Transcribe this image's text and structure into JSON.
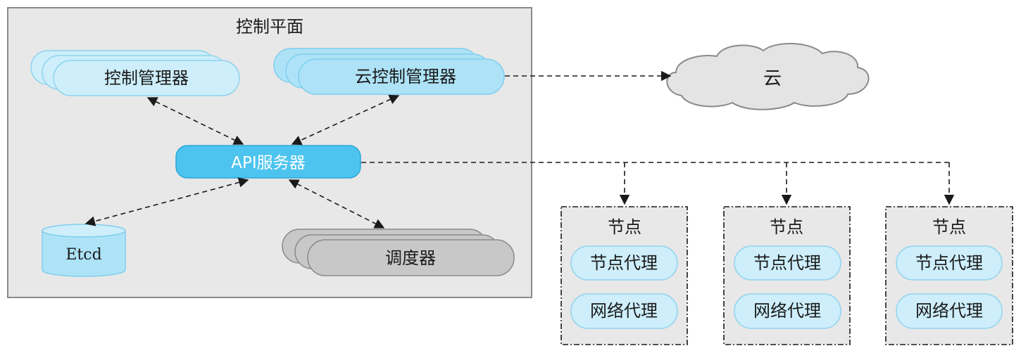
{
  "control_plane": {
    "title": "控制平面",
    "controller_manager": "控制管理器",
    "cloud_controller_manager": "云控制管理器",
    "api_server": "API服务器",
    "etcd": "Etcd",
    "scheduler": "调度器"
  },
  "cloud": {
    "label": "云"
  },
  "nodes": [
    {
      "title": "节点",
      "agent": "节点代理",
      "proxy": "网络代理"
    },
    {
      "title": "节点",
      "agent": "节点代理",
      "proxy": "网络代理"
    },
    {
      "title": "节点",
      "agent": "节点代理",
      "proxy": "网络代理"
    }
  ],
  "colors": {
    "control_plane_fill": "#e8e8e8",
    "light_blue": "#cdeefa",
    "mid_blue": "#aee3f7",
    "api_blue": "#4dc4ef",
    "gray_component": "#c8c8c8",
    "cloud_fill": "#e4e4e4"
  }
}
